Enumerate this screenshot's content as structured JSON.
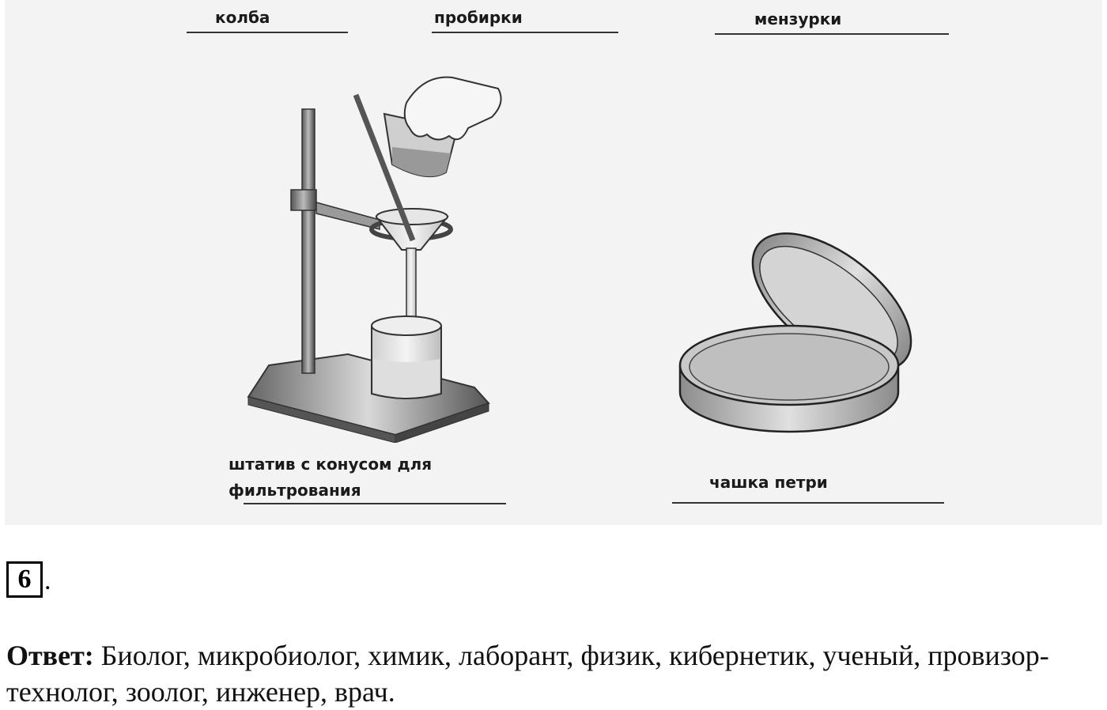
{
  "labels": {
    "flask": "колба",
    "test_tubes": "пробирки",
    "beakers": "мензурки",
    "stand_line1": "штатив с конусом для",
    "stand_line2": "фильтрования",
    "petri": "чашка петри"
  },
  "task": {
    "number": "6",
    "dot": "."
  },
  "answer": {
    "prefix": "Ответ:",
    "text": " Биолог, микробиолог, химик, лаборант, физик, кибернетик, ученый, провизор-технолог, зоолог, инженер, врач."
  },
  "icons": {
    "stand": "filtration-stand-illustration",
    "petri": "petri-dish-illustration"
  }
}
